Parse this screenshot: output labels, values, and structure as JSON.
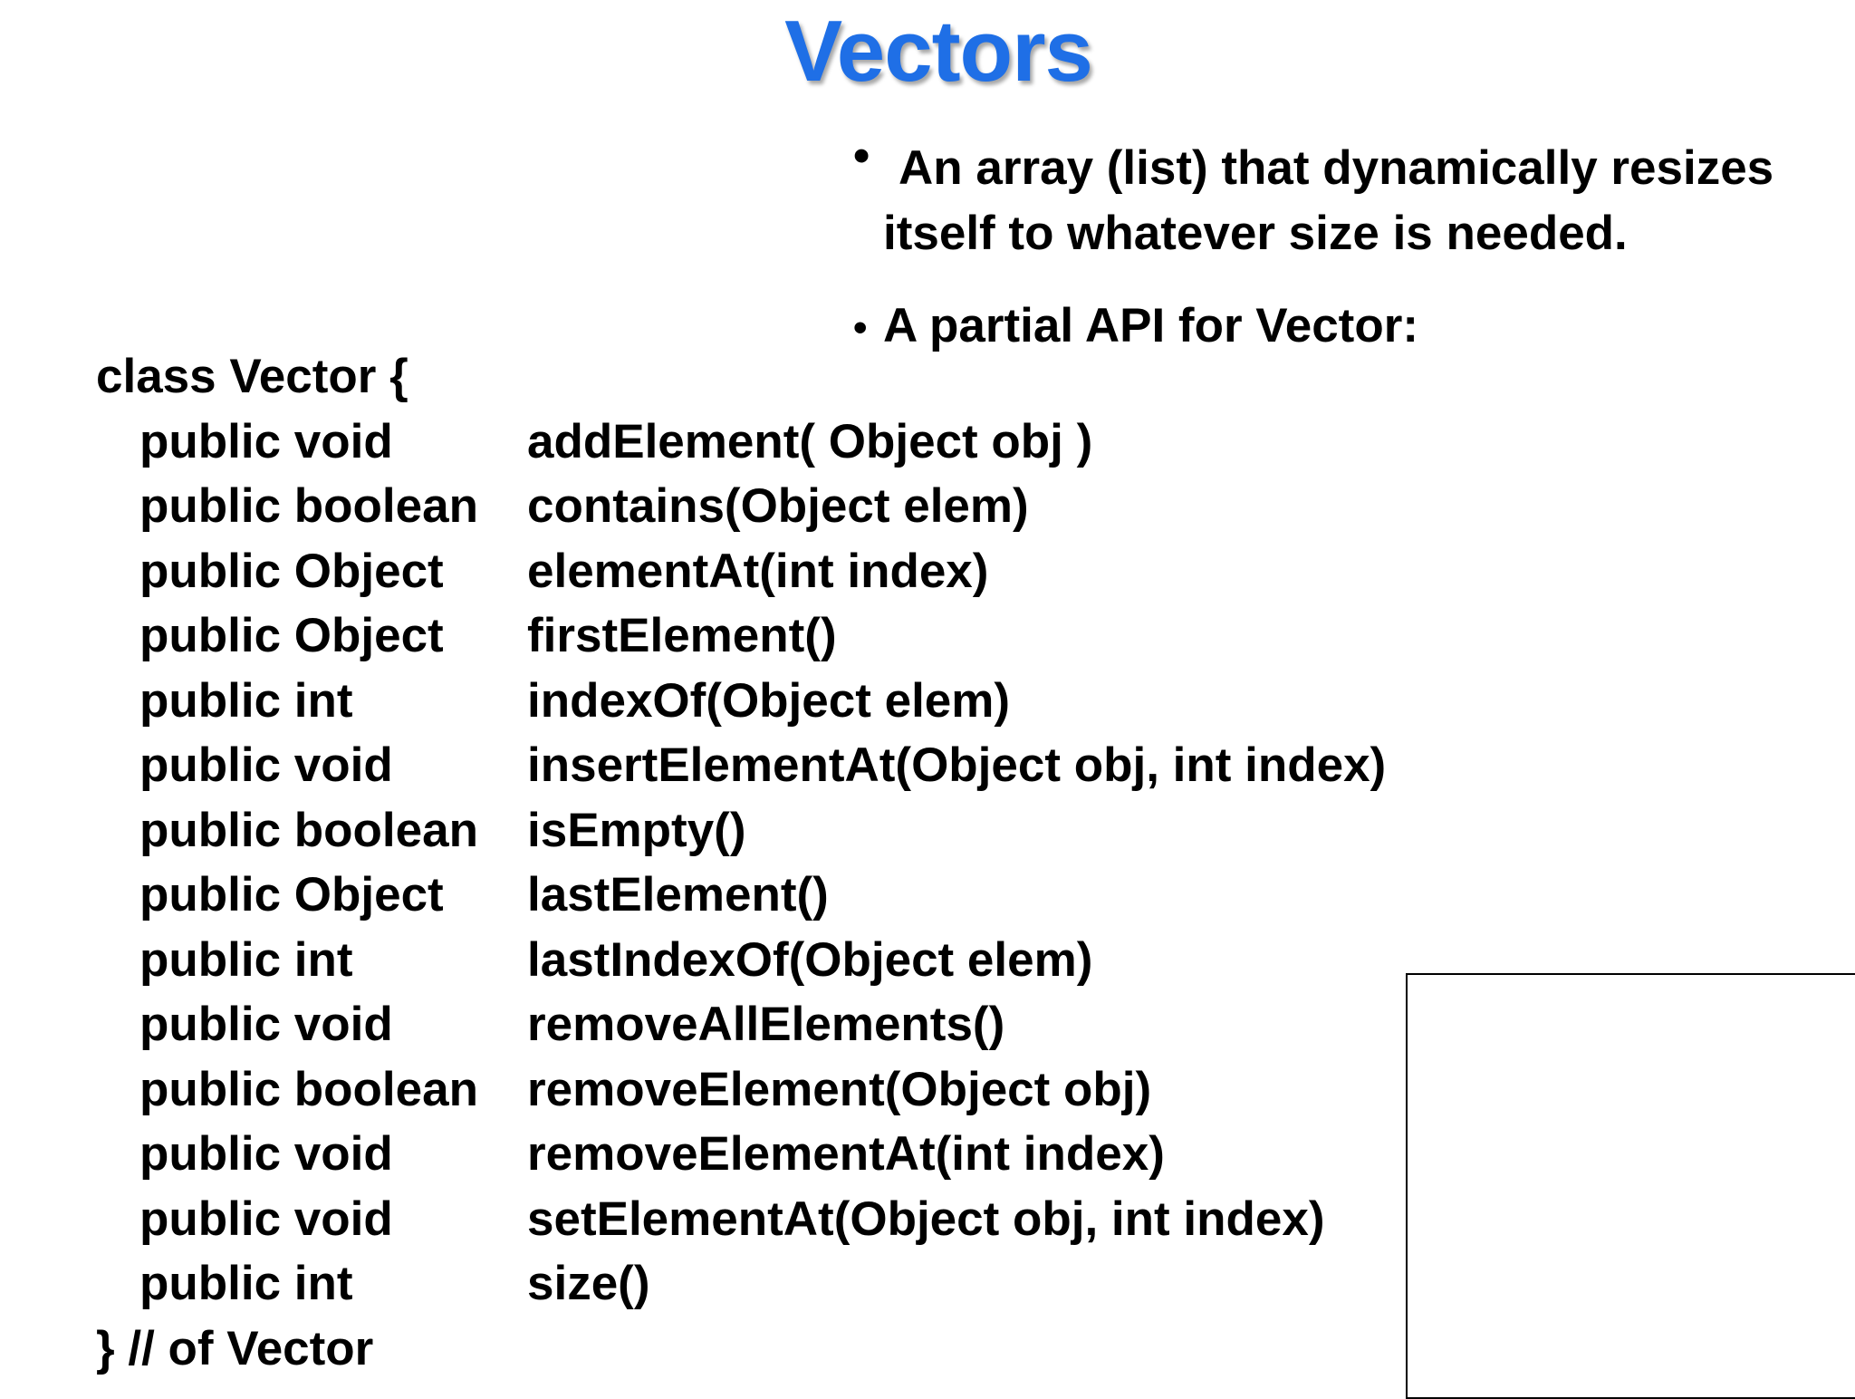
{
  "slide": {
    "title": "Vectors",
    "bullets": [
      {
        "marker": "•",
        "line1": "An array (list) that dynamically resizes",
        "line2": "itself to whatever size is needed."
      },
      {
        "marker": "•",
        "line1": "A partial API for Vector:"
      }
    ],
    "code": {
      "open": "class Vector {",
      "methods": [
        {
          "ret": "public void",
          "sig": "addElement( Object obj )"
        },
        {
          "ret": "public boolean",
          "sig": "contains(Object elem)"
        },
        {
          "ret": "public Object",
          "sig": "elementAt(int index)"
        },
        {
          "ret": "public Object",
          "sig": "firstElement()"
        },
        {
          "ret": "public int",
          "sig": "indexOf(Object elem)"
        },
        {
          "ret": "public void",
          "sig": "insertElementAt(Object obj, int index)"
        },
        {
          "ret": "public boolean",
          "sig": "isEmpty()"
        },
        {
          "ret": "public Object",
          "sig": "lastElement()"
        },
        {
          "ret": "public int",
          "sig": "lastIndexOf(Object elem)"
        },
        {
          "ret": "public void",
          "sig": "removeAllElements()"
        },
        {
          "ret": "public boolean",
          "sig": "removeElement(Object obj)"
        },
        {
          "ret": "public void",
          "sig": "removeElementAt(int index)"
        },
        {
          "ret": "public void",
          "sig": "setElementAt(Object obj, int index)"
        },
        {
          "ret": "public int",
          "sig": "size()"
        }
      ],
      "close": "} // of Vector"
    }
  },
  "colors": {
    "title": "#1f6fe6",
    "text": "#000000",
    "background": "#ffffff"
  }
}
